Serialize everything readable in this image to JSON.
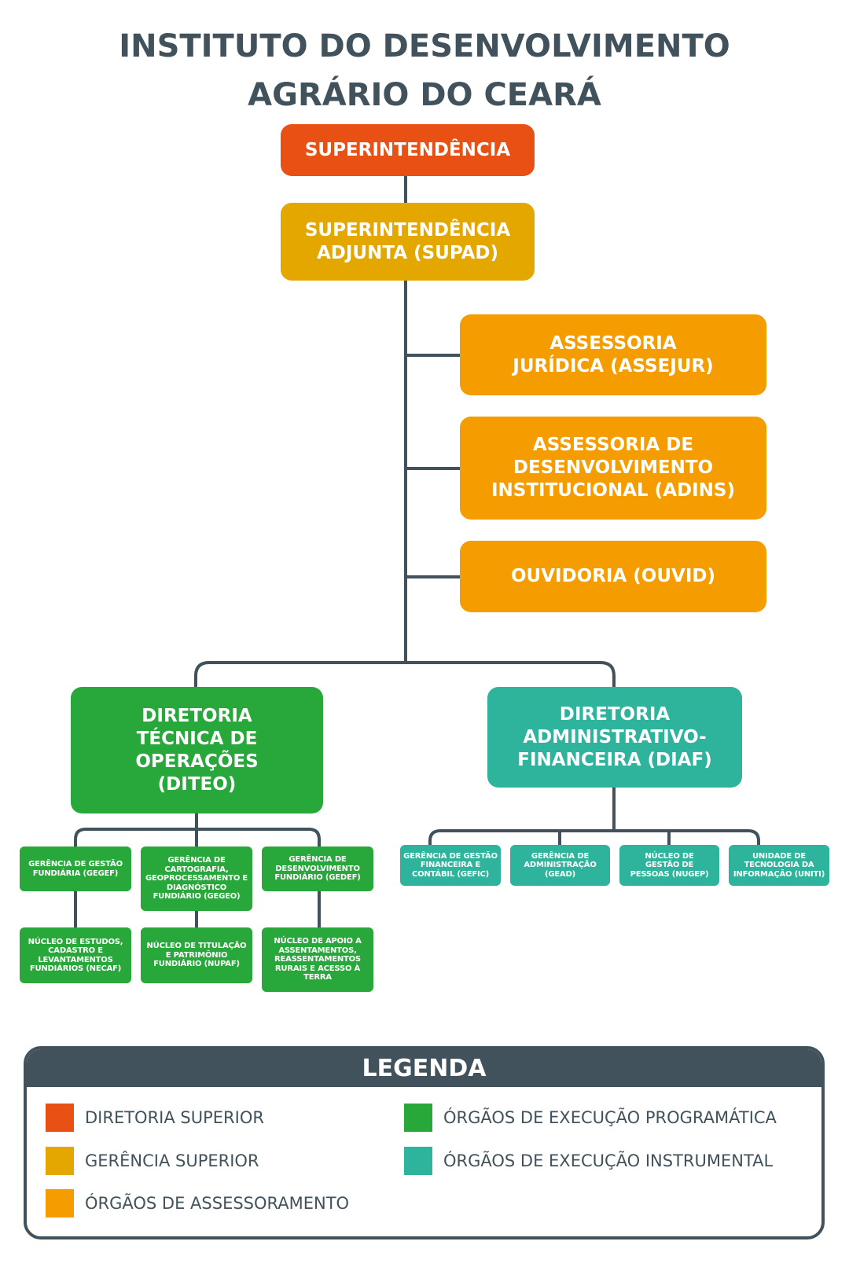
{
  "title": {
    "line1": "INSTITUTO DO DESENVOLVIMENTO",
    "line2": "AGRÁRIO DO CEARÁ"
  },
  "colors": {
    "diretoria_superior": "#E85113",
    "gerencia_superior": "#E3A700",
    "assessoramento": "#F59C00",
    "execucao_programatica": "#28A73A",
    "execucao_instrumental": "#2EB39C",
    "lines": "#41525C"
  },
  "org": {
    "superintendencia": "SUPERINTENDÊNCIA",
    "supad": "SUPERINTENDÊNCIA\nADJUNTA (SUPAD)",
    "assessorias": [
      {
        "label": "ASSESSORIA\nJURÍDICA (ASSEJUR)"
      },
      {
        "label": "ASSESSORIA DE\nDESENVOLVIMENTO\nINSTITUCIONAL  (ADINS)"
      },
      {
        "label": "OUVIDORIA (OUVID)"
      }
    ],
    "diteo": {
      "label": "DIRETORIA\nTÉCNICA DE\nOPERAÇÕES\n(DITEO)",
      "gerencias": [
        {
          "label": "GERÊNCIA DE GESTÃO\nFUNDIÁRIA (GEGEF)",
          "nucleo": "NÚCLEO DE ESTUDOS,\nCADASTRO E\nLEVANTAMENTOS\nFUNDIÁRIOS (NECAF)"
        },
        {
          "label": "GERÊNCIA DE\nCARTOGRAFIA,\nGEOPROCESSAMENTO E\nDIAGNÓSTICO\nFUNDIÁRIO (GEGEO)",
          "nucleo": "NÚCLEO DE TITULAÇÃO\nE PATRIMÔNIO\nFUNDIÁRIO (NUPAF)"
        },
        {
          "label": "GERÊNCIA DE\nDESENVOLVIMENTO\nFUNDIÁRIO (GEDEF)",
          "nucleo": "NÚCLEO DE APOIO A\nASSENTAMENTOS,\nREASSENTAMENTOS\nRURAIS E ACESSO À\nTERRA"
        }
      ]
    },
    "diaf": {
      "label": "DIRETORIA\nADMINISTRATIVO-\nFINANCEIRA (DIAF)",
      "units": [
        {
          "label": "GERÊNCIA DE GESTÃO\nFINANCEIRA E\nCONTÁBIL (GEFIC)"
        },
        {
          "label": "GERÊNCIA DE\nADMINISTRAÇÃO\n(GEAD)"
        },
        {
          "label": "NÚCLEO DE\nGESTÃO DE\nPESSOAS (NUGEP)"
        },
        {
          "label": "UNIDADE DE\nTECNOLOGIA DA\nINFORMAÇÃO (UNITI)"
        }
      ]
    }
  },
  "legend": {
    "title": "LEGENDA",
    "items": [
      {
        "label": "DIRETORIA SUPERIOR",
        "color": "#E85113"
      },
      {
        "label": "GERÊNCIA SUPERIOR",
        "color": "#E3A700"
      },
      {
        "label": "ÓRGÃOS DE ASSESSORAMENTO",
        "color": "#F59C00"
      },
      {
        "label": "ÓRGÃOS DE EXECUÇÃO PROGRAMÁTICA",
        "color": "#28A73A"
      },
      {
        "label": "ÓRGÃOS DE EXECUÇÃO INSTRUMENTAL",
        "color": "#2EB39C"
      }
    ]
  }
}
